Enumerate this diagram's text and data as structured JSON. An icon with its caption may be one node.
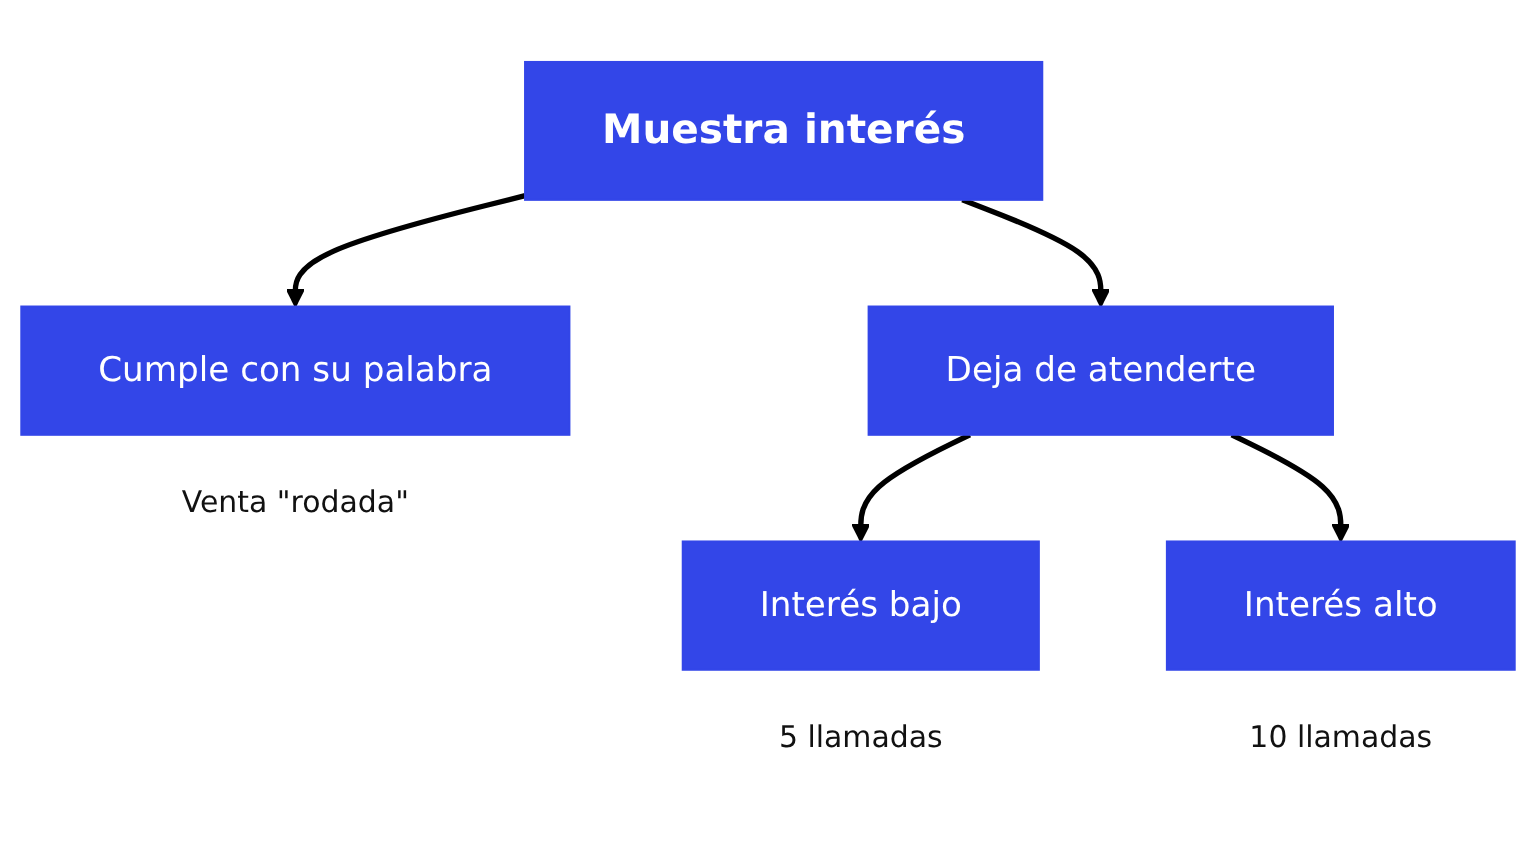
{
  "diagram": {
    "nodes": [
      {
        "text": [
          "Muestra interés"
        ]
      },
      {
        "text": [
          "Cumple con su palabra"
        ],
        "beside": [
          "Venta \"rodada\""
        ]
      },
      {
        "text": [
          "Deja de atenderte"
        ]
      },
      {
        "text": [
          "Interés bajo"
        ],
        "beside": [
          "5 llamadas"
        ]
      },
      {
        "text": [
          "Interés alto"
        ],
        "beside": [
          "10 llamadas"
        ]
      }
    ],
    "edges": [
      {
        "from": 0,
        "to": 1,
        "arrow": "to"
      },
      {
        "from": 0,
        "to": 2,
        "arrow": "to"
      },
      {
        "from": 2,
        "to": 3,
        "arrow": "to"
      },
      {
        "from": 2,
        "to": 4,
        "arrow": "to"
      }
    ]
  }
}
